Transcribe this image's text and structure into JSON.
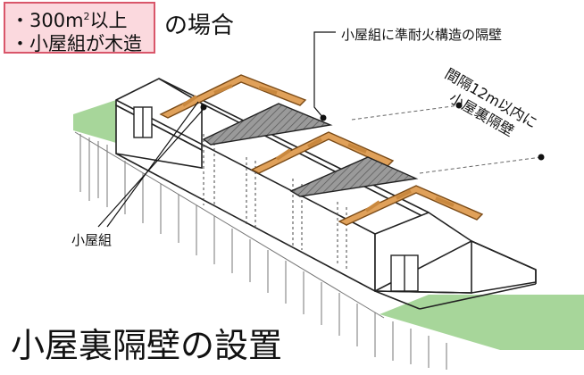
{
  "condition": {
    "line1_prefix": "・300m",
    "line1_sup": "2",
    "line1_suffix": "以上",
    "line2": "・小屋組が木造",
    "suffix": "の場合"
  },
  "labels": {
    "partition": "小屋組に準耐火構造の隔壁",
    "spacing_line1": "間隔12m以内に",
    "spacing_line2": "小屋裏隔壁",
    "roof_frame": "小屋組"
  },
  "title": "小屋裏隔壁の設置",
  "colors": {
    "truss": "#e0a15a",
    "partition": "#8f8f8f",
    "ground": "#a7d69a",
    "box_fill": "#fbd9de",
    "box_border": "#d9566a"
  }
}
